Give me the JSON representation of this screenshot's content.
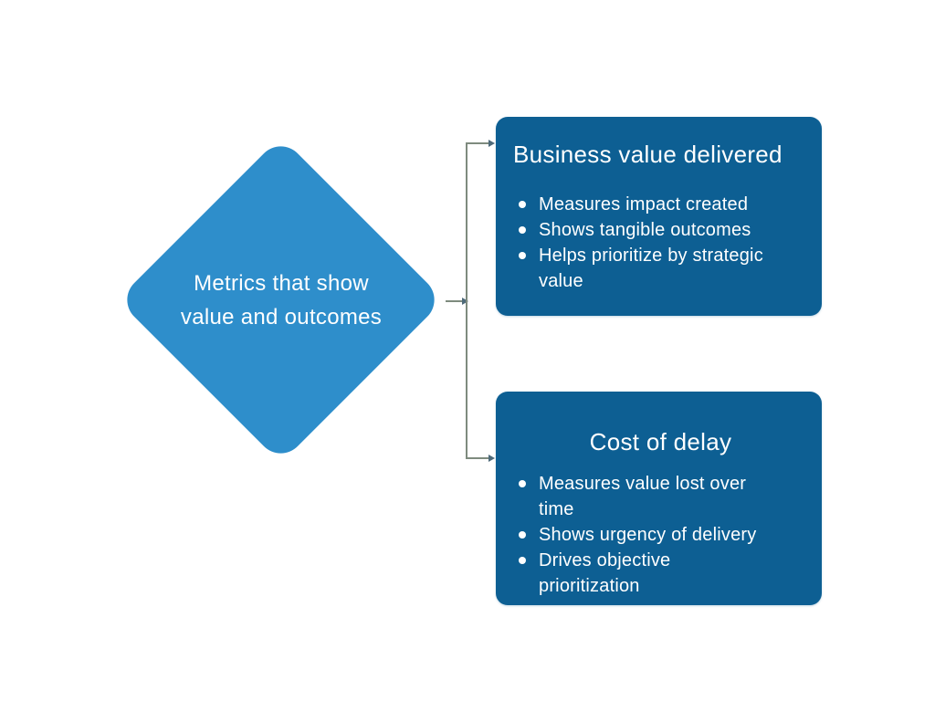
{
  "diagram": {
    "root": {
      "label_lines": [
        "Metrics that show",
        "value and outcomes"
      ]
    },
    "nodes": [
      {
        "title": "Business value delivered",
        "title_align": "left",
        "bullets": [
          "Measures impact created",
          "Shows tangible outcomes",
          "Helps prioritize by strategic value"
        ]
      },
      {
        "title": "Cost of delay",
        "title_align": "center",
        "bullets": [
          "Measures value lost over time",
          "Shows urgency of delivery",
          "Drives objective prioritization"
        ]
      }
    ],
    "colors": {
      "background": "#FFFFFF",
      "root_fill": "#2E8ECB",
      "node_fill": "#0D5F93",
      "text": "#FFFFFF",
      "connector_line": "#7E8B7E",
      "arrowhead": "#4E6A7A"
    }
  }
}
